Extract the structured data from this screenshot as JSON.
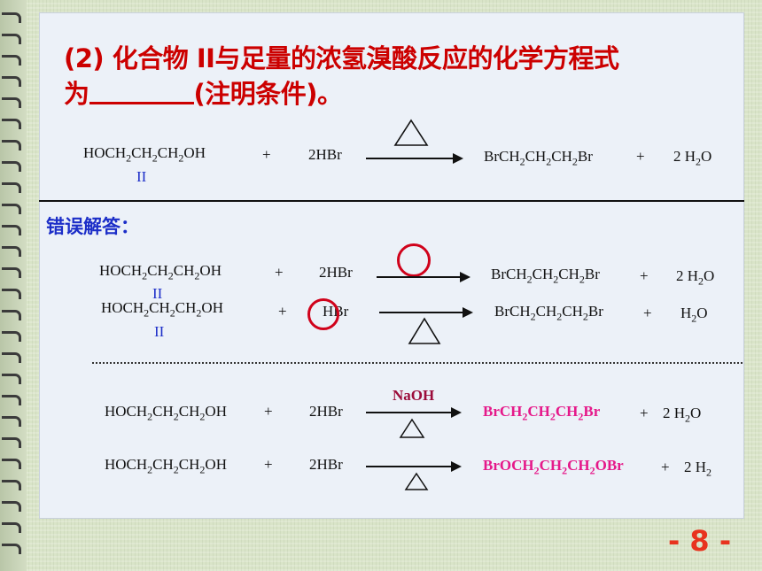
{
  "question": {
    "line1": "(2) 化合物 II与足量的浓氢溴酸反应的化学方程式",
    "line2_prefix": "为",
    "line2_suffix": "(注明条件)。"
  },
  "answer": {
    "reactant": "HOCH2CH2CH2OH",
    "reactant_label": "II",
    "reagent": "2HBr",
    "product": "BrCH2CH2CH2Br",
    "byproduct": "2 H2O"
  },
  "wrong_header": "错误解答：",
  "wrong_answers": [
    {
      "reactant": "HOCH2CH2CH2OH",
      "label": "II",
      "reagent": "2HBr",
      "product": "BrCH2CH2CH2Br",
      "byproduct": "2 H2O"
    },
    {
      "reactant": "HOCH2CH2CH2OH",
      "label": "II",
      "reagent": "HBr",
      "product": "BrCH2CH2CH2Br",
      "byproduct": "H2O"
    },
    {
      "reactant": "HOCH2CH2CH2OH",
      "reagent": "2HBr",
      "condition_top": "NaOH",
      "product": "BrCH2CH2CH2Br",
      "byproduct": "2 H2O"
    },
    {
      "reactant": "HOCH2CH2CH2OH",
      "reagent": "2HBr",
      "product": "BrOCH2CH2CH2OBr",
      "byproduct": "2 H2"
    }
  ],
  "plus": "+",
  "page_number": "- 8 -"
}
